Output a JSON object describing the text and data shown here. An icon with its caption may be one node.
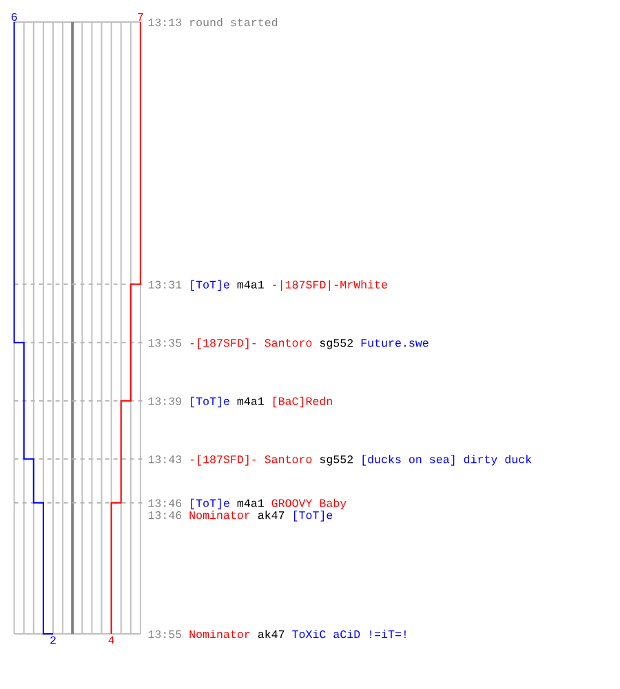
{
  "diagram": {
    "labels": [
      "6",
      "7",
      "13:13",
      "round started",
      "13:31",
      "[ToT]e",
      "m4a1",
      "-|187SFD|-MrWhite",
      "13:35",
      "-[187SFD]- Santoro",
      "sg552",
      "Future.swe",
      "13:39",
      "[ToT]e",
      "m4a1",
      "[BaC]Redn",
      "13:43",
      "-[187SFD]- Santoro",
      "sg552",
      "[ducks on sea] dirty duck",
      "13:46",
      "[ToT]e",
      "m4a1",
      "GROOVY Baby",
      "13:46",
      "Nominator",
      "ak47",
      "[ToT]e",
      "13:55",
      "Nominator",
      "ak47",
      "ToXiC aCiD !=iT=!",
      "2",
      "4"
    ]
  }
}
